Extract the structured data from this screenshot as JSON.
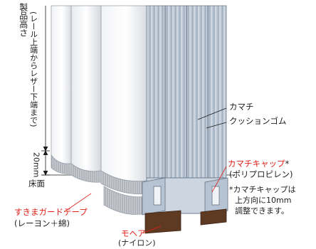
{
  "dimension": {
    "product_height": "製品高さ",
    "product_height_note": "(レール上端からレザー下端まで)",
    "gap_20mm": "20mm",
    "floor": "床面"
  },
  "labels": {
    "kamachi": "カマチ",
    "cushion_rubber": "クッションゴム",
    "kamachi_cap": "カマチキャップ",
    "kamachi_cap_star": "*",
    "kamachi_cap_material": "(ポリプロピレン)",
    "cap_note_line1": "*カマチキャップは",
    "cap_note_line2": "上方向に10mm",
    "cap_note_line3": "調整できます。",
    "gap_guard_tape": "すきまガードテープ",
    "gap_guard_material": "(レーヨン＋綿)",
    "mohair": "モヘア",
    "mohair_material": "(ナイロン)"
  },
  "colors": {
    "accent_red": "#e02018",
    "ink": "#1d1d1d",
    "panel_blue": "#c7d2df",
    "panel_blue_dark": "#9aa9bb",
    "leather": "#f4f5f7",
    "mohair_brown": "#5e3a22"
  }
}
